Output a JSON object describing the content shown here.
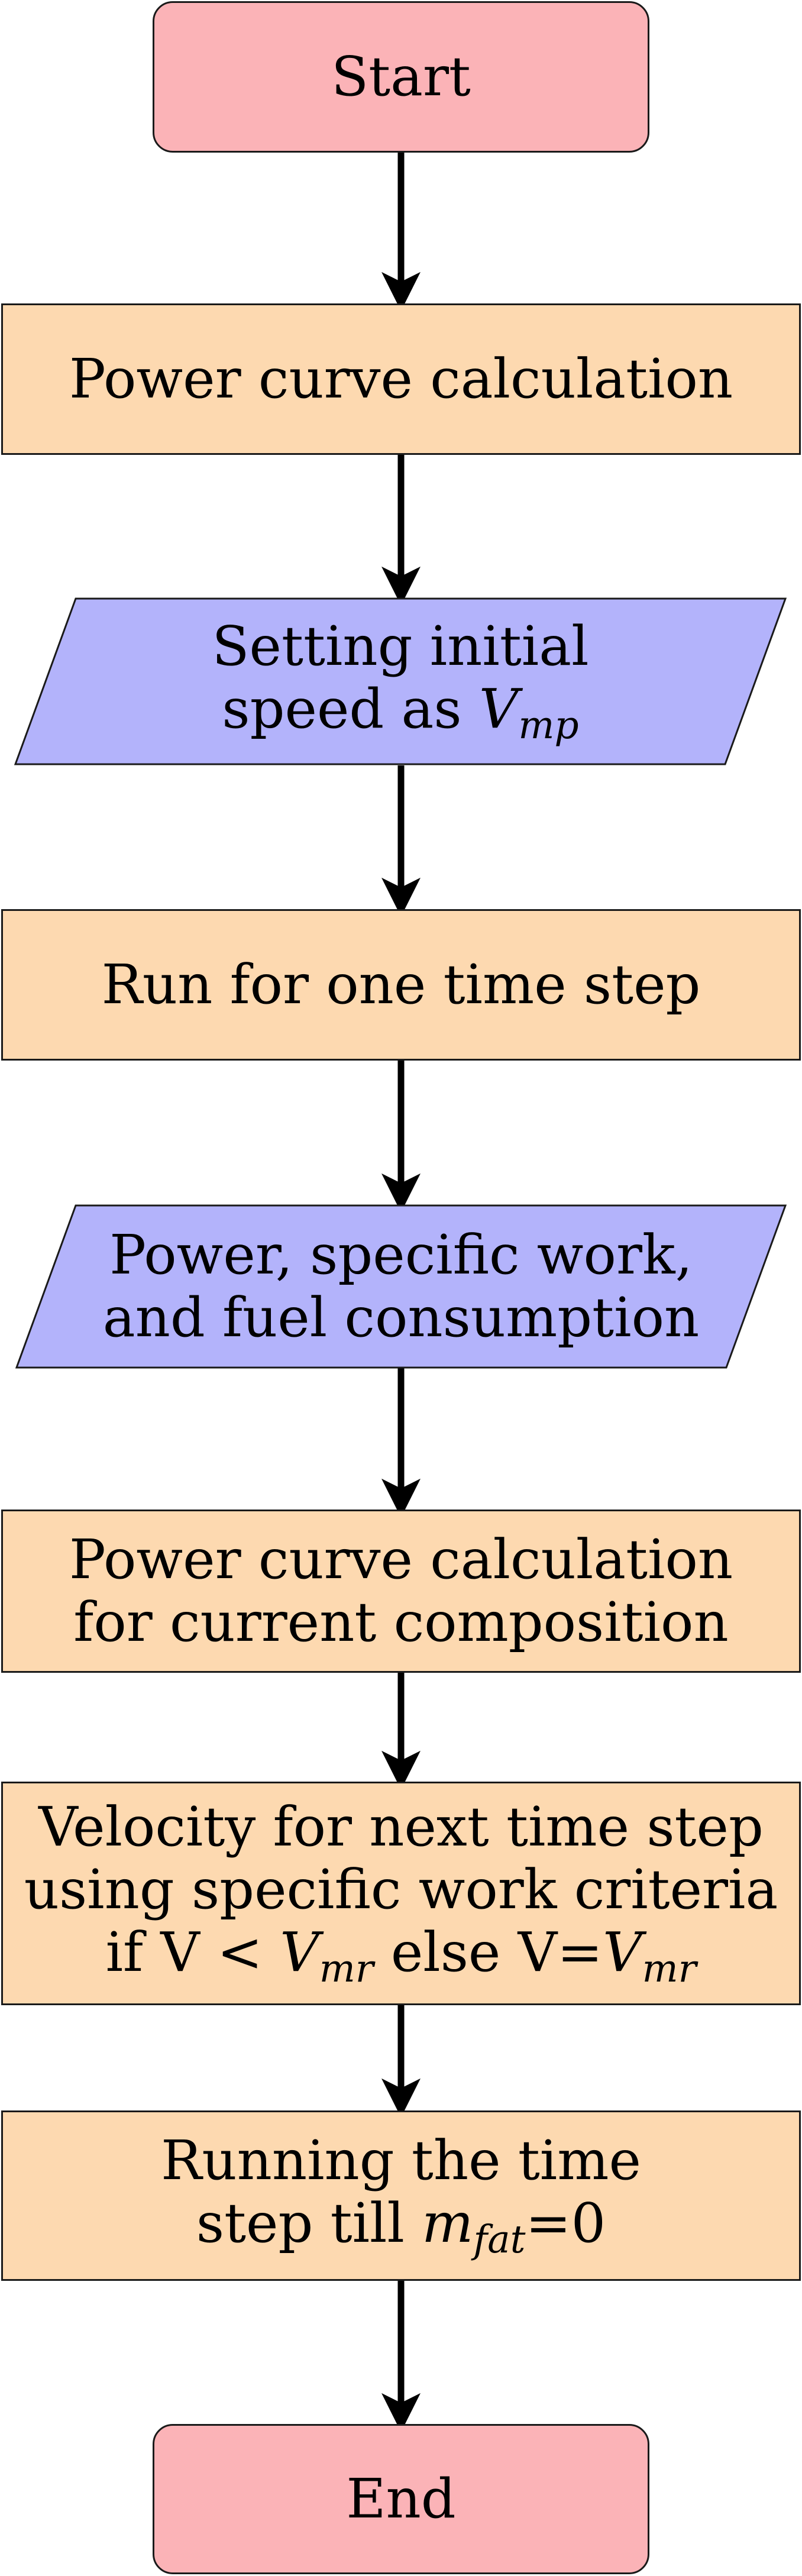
{
  "nodes": {
    "start": {
      "label": "Start"
    },
    "power_curve": {
      "label": "Power curve calculation"
    },
    "initial_speed": {
      "line1": "Setting initial",
      "line2_prefix": "speed as ",
      "var": "V",
      "sub": "mp"
    },
    "run_step": {
      "label": "Run for one time step"
    },
    "outputs": {
      "line1": "Power, specific work,",
      "line2": "and fuel consumption"
    },
    "power_curve_current": {
      "line1": "Power curve calculation",
      "line2": "for current composition"
    },
    "velocity": {
      "line1": "Velocity for next time step",
      "line2": "using specific work criteria",
      "line3_a": "if V < ",
      "var1": "V",
      "sub1": "mr",
      "line3_b": " else V=",
      "var2": "V",
      "sub2": "mr"
    },
    "running": {
      "line1": "Running the time",
      "line2_prefix": "step till ",
      "var": "m",
      "sub": "fat",
      "line2_suffix": "=0"
    },
    "end": {
      "label": "End"
    }
  },
  "colors": {
    "terminal_fill": "#fbb3b7",
    "process_fill": "#fdd9b0",
    "io_fill": "#b3b3fb",
    "stroke": "#1a1a1a",
    "arrow": "#000000"
  }
}
